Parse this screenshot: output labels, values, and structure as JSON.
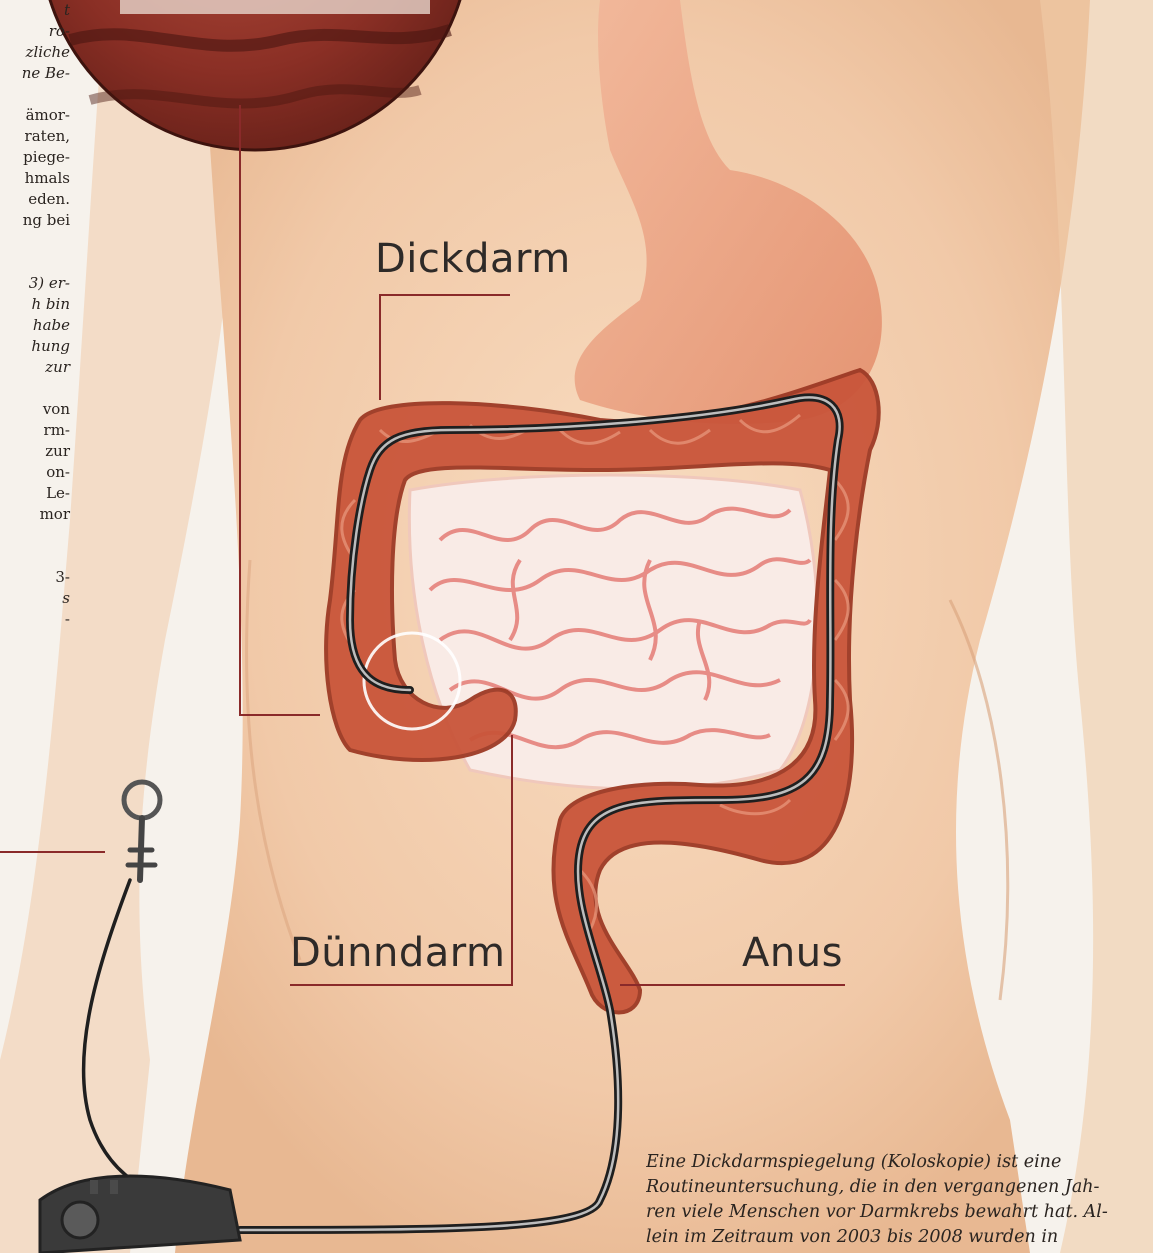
{
  "labels": {
    "dickdarm": "Dickdarm",
    "duenndarm": "Dünndarm",
    "anus": "Anus"
  },
  "left_column_lines": [
    {
      "text": "t",
      "italic": true
    },
    {
      "text": "ro-",
      "italic": true
    },
    {
      "text": "zliche",
      "italic": true
    },
    {
      "text": "ne Be-",
      "italic": true
    },
    {
      "text": "",
      "italic": false
    },
    {
      "text": "ämor-",
      "italic": false
    },
    {
      "text": "raten,",
      "italic": false
    },
    {
      "text": "piege-",
      "italic": false
    },
    {
      "text": "hmals",
      "italic": false
    },
    {
      "text": "eden.",
      "italic": false
    },
    {
      "text": "ng bei",
      "italic": false
    },
    {
      "text": "",
      "italic": false
    },
    {
      "text": "",
      "italic": false
    },
    {
      "text": "3) er-",
      "italic": true
    },
    {
      "text": "h bin",
      "italic": true
    },
    {
      "text": "habe",
      "italic": true
    },
    {
      "text": "hung",
      "italic": true
    },
    {
      "text": "zur",
      "italic": true
    },
    {
      "text": "",
      "italic": false
    },
    {
      "text": "von",
      "italic": false
    },
    {
      "text": "rm-",
      "italic": false
    },
    {
      "text": "zur",
      "italic": false
    },
    {
      "text": "on-",
      "italic": false
    },
    {
      "text": "Le-",
      "italic": false
    },
    {
      "text": "mor",
      "italic": false
    },
    {
      "text": "",
      "italic": false
    },
    {
      "text": "",
      "italic": false
    },
    {
      "text": "3-",
      "italic": false
    },
    {
      "text": "s",
      "italic": true
    },
    {
      "text": "-",
      "italic": false
    }
  ],
  "caption_lines": [
    "Eine Dickdarmspiegelung (Koloskopie) ist eine",
    "Routineuntersuchung, die in den vergangenen Jah-",
    "ren viele Menschen vor Darmkrebs bewahrt hat. Al-",
    "lein im Zeitraum von 2003 bis 2008 wurden in"
  ],
  "colors": {
    "background": "#f6f2ec",
    "skin": "#f3d2b2",
    "stomach": "#eea98a",
    "colon": "#c9553a",
    "small_intestine": "#f7e2dc",
    "pointer_line": "#8a2a2a",
    "endoscope": "#2b2b2b"
  }
}
